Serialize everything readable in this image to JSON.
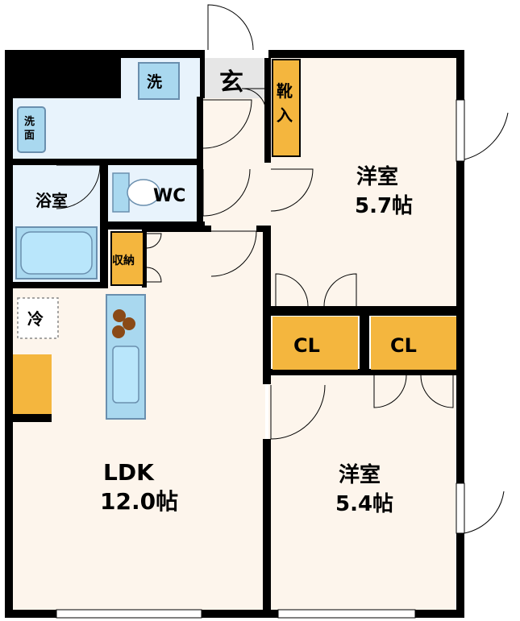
{
  "rooms": {
    "entrance": "玄",
    "shoe_storage": [
      "靴",
      "入"
    ],
    "washer": "洗",
    "wash_basin": [
      "洗",
      "面"
    ],
    "bathroom": "浴室",
    "toilet": "WC",
    "storage": "収納",
    "fridge": "冷",
    "bedroom1": {
      "name": "洋室",
      "size": "5.7帖"
    },
    "closet1": "CL",
    "closet2": "CL",
    "bedroom2": {
      "name": "洋室",
      "size": "5.4帖"
    },
    "ldk": {
      "name": "LDK",
      "size": "12.0帖"
    }
  },
  "colors": {
    "wall": "#000000",
    "floor": "#fdf5ec",
    "wet_area": "#e8f3fc",
    "fixture_blue": "#a9d8ef",
    "storage_orange": "#f4b63e",
    "burner_brown": "#8a4a17"
  }
}
